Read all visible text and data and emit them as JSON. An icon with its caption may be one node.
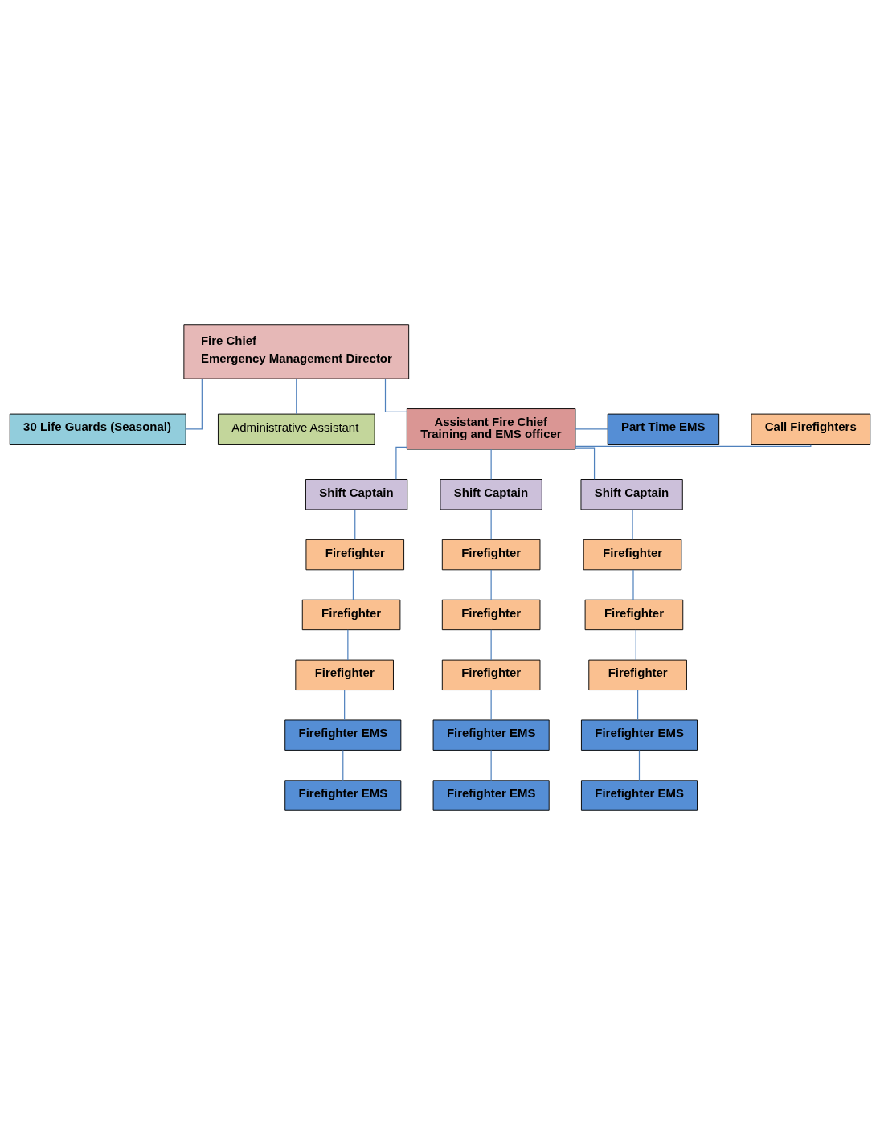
{
  "diagram": {
    "nodes": [
      {
        "text": [
          "Fire Chief",
          "Emergency Management Director"
        ]
      },
      {
        "text": [
          "30 Life Guards (Seasonal)"
        ]
      },
      {
        "text": [
          "Administrative Assistant"
        ]
      },
      {
        "text": [
          "Assistant Fire Chief",
          "Training and EMS officer"
        ]
      },
      {
        "text": [
          "Call Firefighters"
        ]
      },
      {
        "text": [
          "Part Time EMS"
        ]
      },
      {
        "text": [
          "Shift Captain"
        ]
      },
      {
        "text": [
          "Shift Captain"
        ]
      },
      {
        "text": [
          "Shift Captain"
        ]
      },
      {
        "text": [
          "Firefighter"
        ]
      },
      {
        "text": [
          "Firefighter"
        ]
      },
      {
        "text": [
          "Firefighter"
        ]
      },
      {
        "text": [
          "Firefighter EMS"
        ]
      },
      {
        "text": [
          "Firefighter EMS"
        ]
      },
      {
        "text": [
          "Firefighter"
        ]
      },
      {
        "text": [
          "Firefighter"
        ]
      },
      {
        "text": [
          "Firefighter"
        ]
      },
      {
        "text": [
          "Firefighter EMS"
        ]
      },
      {
        "text": [
          "Firefighter EMS"
        ]
      },
      {
        "text": [
          "Firefighter"
        ]
      },
      {
        "text": [
          "Firefighter"
        ]
      },
      {
        "text": [
          "Firefighter"
        ]
      },
      {
        "text": [
          "Firefighter EMS"
        ]
      },
      {
        "text": [
          "Firefighter EMS"
        ]
      }
    ],
    "edges": [
      {
        "from": 0,
        "to": 1,
        "arrow": "none"
      },
      {
        "from": 0,
        "to": 2,
        "arrow": "none"
      },
      {
        "from": 0,
        "to": 3,
        "arrow": "none"
      },
      {
        "from": 3,
        "to": 4,
        "arrow": "none"
      },
      {
        "from": 3,
        "to": 5,
        "arrow": "none"
      },
      {
        "from": 3,
        "to": 6,
        "arrow": "none"
      },
      {
        "from": 3,
        "to": 7,
        "arrow": "none"
      },
      {
        "from": 3,
        "to": 8,
        "arrow": "none"
      },
      {
        "from": 6,
        "to": 9,
        "arrow": "none"
      },
      {
        "from": 9,
        "to": 10,
        "arrow": "none"
      },
      {
        "from": 10,
        "to": 11,
        "arrow": "none"
      },
      {
        "from": 11,
        "to": 12,
        "arrow": "none"
      },
      {
        "from": 12,
        "to": 13,
        "arrow": "none"
      },
      {
        "from": 7,
        "to": 14,
        "arrow": "none"
      },
      {
        "from": 14,
        "to": 15,
        "arrow": "none"
      },
      {
        "from": 15,
        "to": 16,
        "arrow": "none"
      },
      {
        "from": 16,
        "to": 17,
        "arrow": "none"
      },
      {
        "from": 17,
        "to": 18,
        "arrow": "none"
      },
      {
        "from": 8,
        "to": 19,
        "arrow": "none"
      },
      {
        "from": 19,
        "to": 20,
        "arrow": "none"
      },
      {
        "from": 20,
        "to": 21,
        "arrow": "none"
      },
      {
        "from": 21,
        "to": 22,
        "arrow": "none"
      },
      {
        "from": 22,
        "to": 23,
        "arrow": "none"
      }
    ]
  }
}
